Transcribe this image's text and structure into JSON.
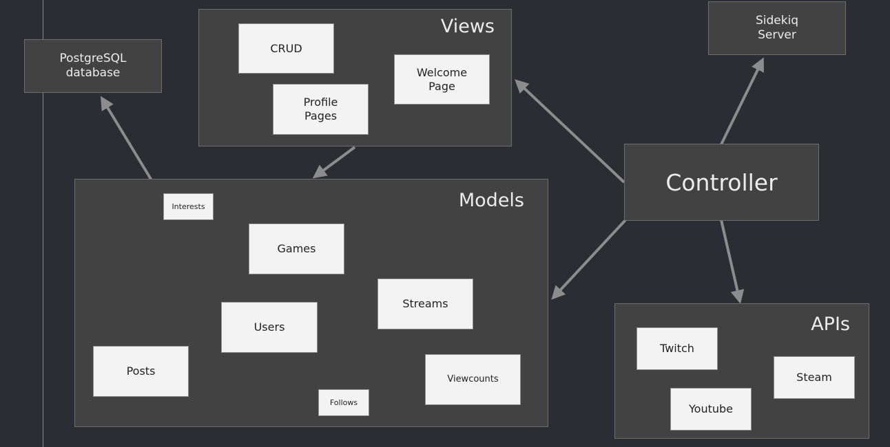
{
  "database": {
    "line1": "PostgreSQL",
    "line2": "database"
  },
  "views": {
    "title": "Views",
    "crud": "CRUD",
    "welcome": {
      "line1": "Welcome",
      "line2": "Page"
    },
    "profile": {
      "line1": "Profile",
      "line2": "Pages"
    }
  },
  "sidekiq": {
    "line1": "Sidekiq",
    "line2": "Server"
  },
  "controller": {
    "title": "Controller"
  },
  "models": {
    "title": "Models",
    "interests": "Interests",
    "games": "Games",
    "users": "Users",
    "streams": "Streams",
    "posts": "Posts",
    "follows": "Follows",
    "viewcounts": "Viewcounts"
  },
  "apis": {
    "title": "APIs",
    "twitch": "Twitch",
    "steam": "Steam",
    "youtube": "Youtube"
  },
  "colors": {
    "background": "#2b2d33",
    "dark_box": "#424242",
    "light_box": "#f3f3f3",
    "arrow_gray": "#8c8c8c",
    "arrow_white": "#ffffff"
  }
}
